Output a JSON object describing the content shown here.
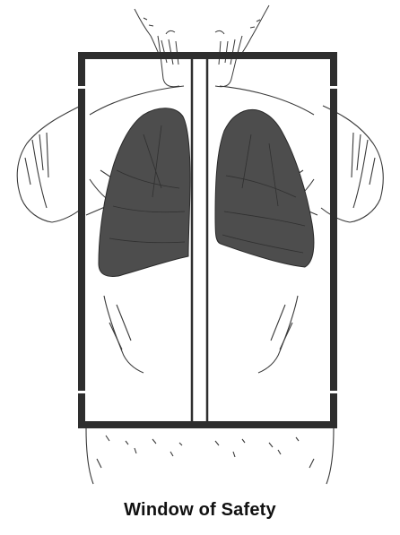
{
  "caption": "Window of Safety",
  "colors": {
    "frame": "#2e2e2e",
    "lung_fill": "#4d4d4d",
    "sketch_line": "#3a3a3a",
    "background": "#ffffff"
  },
  "illustration": {
    "subject": "posterior view of human back with lungs",
    "overlay": "rectangular safety window frame with vertical spine band"
  }
}
